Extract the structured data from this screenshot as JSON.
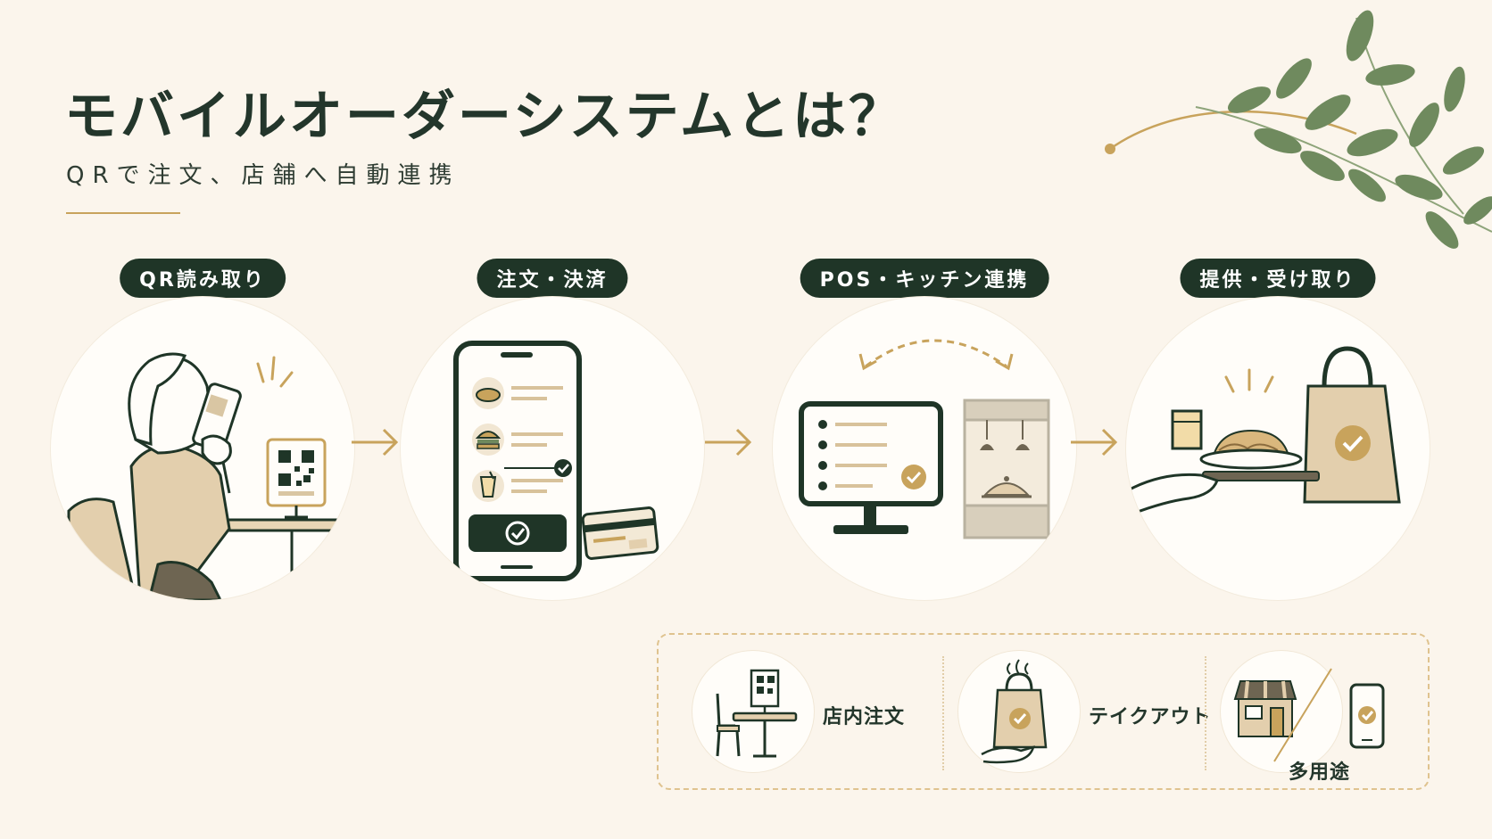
{
  "header": {
    "title": "モバイルオーダーシステムとは？",
    "subtitle": "QRで注文、店舗へ自動連携"
  },
  "steps": [
    {
      "label": "QR読み取り",
      "icon": "qr-scan-icon"
    },
    {
      "label": "注文・決済",
      "icon": "smartphone-order-icon"
    },
    {
      "label": "POS・キッチン連携",
      "icon": "pos-kitchen-icon"
    },
    {
      "label": "提供・受け取り",
      "icon": "food-delivery-icon"
    }
  ],
  "usages": [
    {
      "label": "店内注文",
      "icon": "dine-in-icon"
    },
    {
      "label": "テイクアウト",
      "icon": "takeout-bag-icon"
    },
    {
      "label": "多用途",
      "icon": "multi-use-icon"
    }
  ],
  "colors": {
    "background": "#fbf5ec",
    "dark_green": "#1f3527",
    "gold": "#c8a35c",
    "beige": "#e3cfad",
    "leaf": "#6f8a5e"
  }
}
